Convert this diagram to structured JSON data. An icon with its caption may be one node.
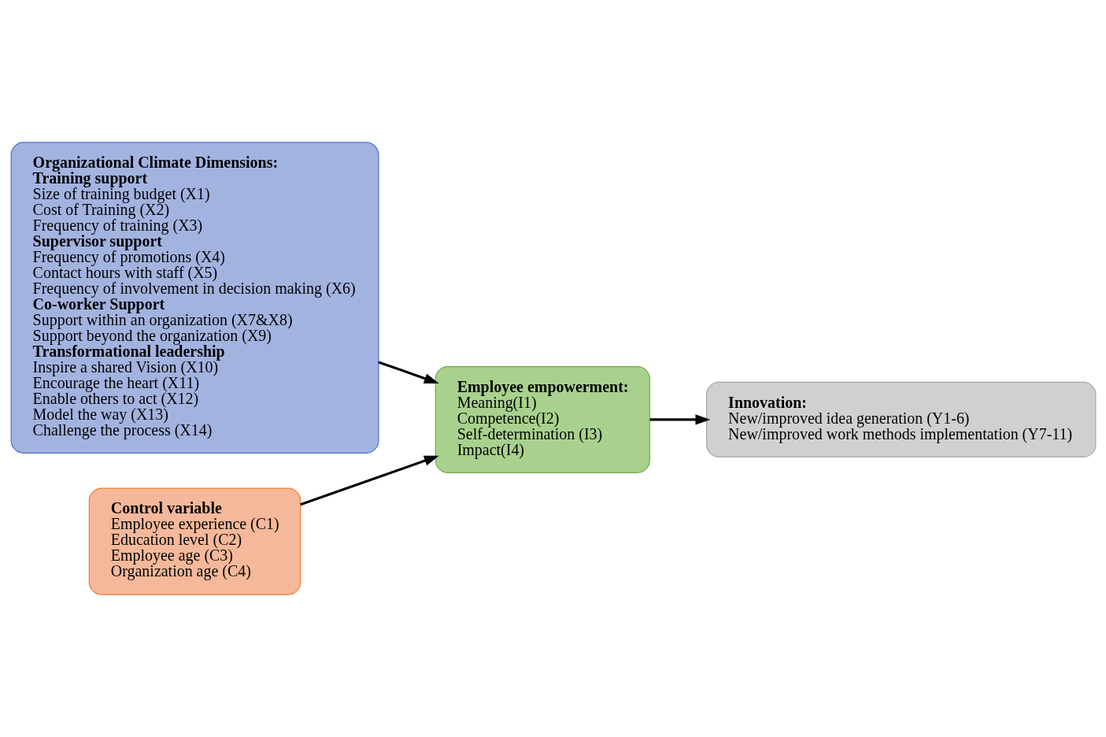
{
  "diagram": {
    "nodes": [
      {
        "text": [
          "Organizational Climate Dimensions:",
          "Training support",
          "Size of training budget (X1)",
          "Cost of Training (X2)",
          "Frequency of training (X3)",
          "Supervisor support",
          "Frequency of promotions (X4)",
          "Contact hours with staff (X5)",
          "Frequency of involvement in decision making (X6)",
          "Co-worker Support",
          "Support within an organization (X7&X8)",
          "Support beyond the organization (X9)",
          "Transformational leadership",
          "Inspire a shared Vision (X10)",
          "Encourage the heart (X11)",
          "Enable others to act (X12)",
          "Model the way (X13)",
          "Challenge the process (X14)"
        ]
      },
      {
        "text": [
          "Control variable",
          "Employee experience (C1)",
          "Education level (C2)",
          "Employee age (C3)",
          "Organization age (C4)"
        ]
      },
      {
        "text": [
          "Employee empowerment:",
          "Meaning(I1)",
          "Competence(I2)",
          "Self-determination (I3)",
          "Impact(I4)"
        ]
      },
      {
        "text": [
          "Innovation:",
          "New/improved idea generation (Y1-6)",
          "New/improved work methods implementation (Y7-11)"
        ]
      }
    ],
    "edges": [
      {
        "from": 0,
        "to": 2,
        "arrow": "to"
      },
      {
        "from": 1,
        "to": 2,
        "arrow": "to"
      },
      {
        "from": 2,
        "to": 3,
        "arrow": "to"
      }
    ]
  }
}
